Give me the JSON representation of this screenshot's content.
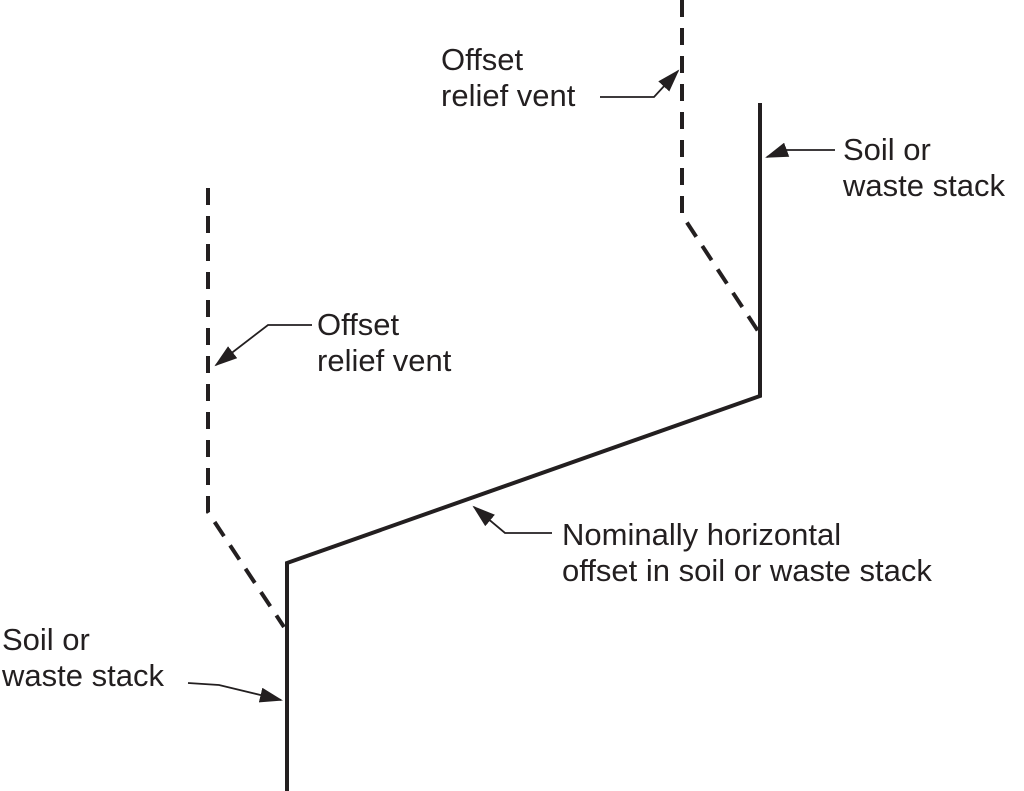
{
  "diagram": {
    "title_implicit": "",
    "colors": {
      "line": "#231f20",
      "background": "#ffffff"
    },
    "labels": {
      "top_relief_vent": {
        "line1": "Offset",
        "line2": "relief vent"
      },
      "top_stack": {
        "line1": "Soil or",
        "line2": "waste stack"
      },
      "left_relief_vent": {
        "line1": "Offset",
        "line2": "relief vent"
      },
      "offset_note": {
        "line1": "Nominally horizontal",
        "line2": "offset in soil or waste stack"
      },
      "bottom_stack": {
        "line1": "Soil or",
        "line2": "waste stack"
      }
    }
  }
}
